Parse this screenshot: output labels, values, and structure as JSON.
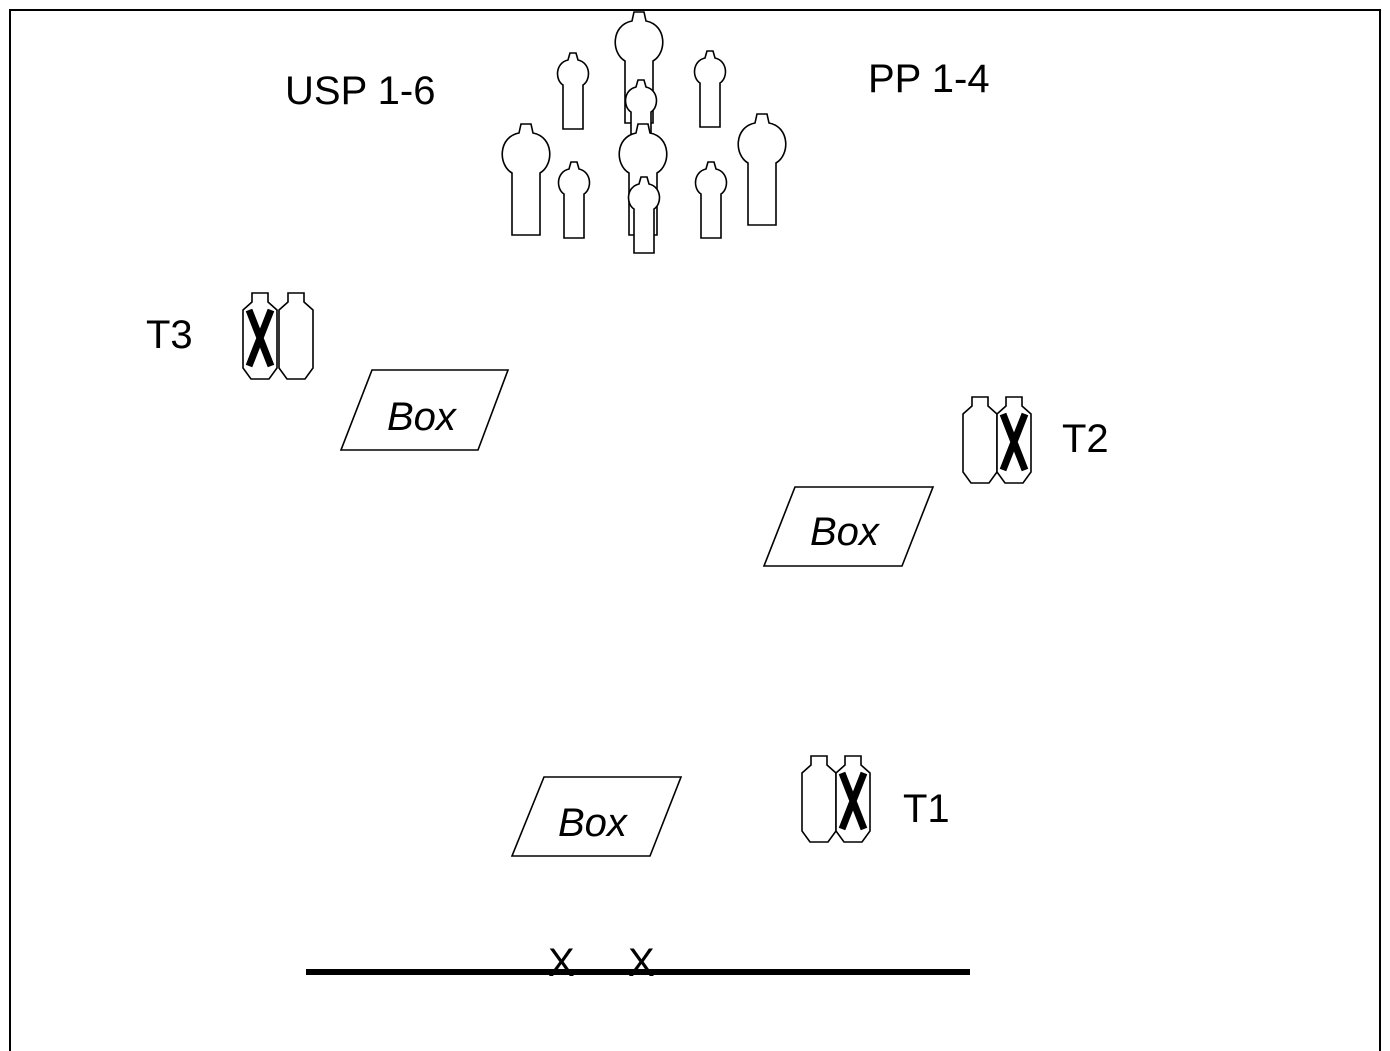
{
  "labels": {
    "usp": "USP 1-6",
    "pp": "PP 1-4",
    "t1": "T1",
    "t2": "T2",
    "t3": "T3"
  },
  "boxes": {
    "box1": "Box",
    "box2": "Box",
    "box3": "Box"
  },
  "shooting_positions": {
    "left": "X",
    "right": "X"
  },
  "colors": {
    "line": "#000000",
    "background": "#ffffff"
  }
}
